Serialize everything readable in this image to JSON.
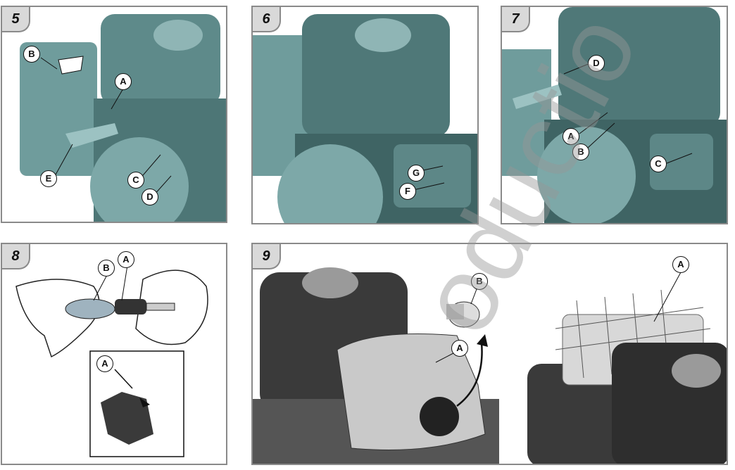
{
  "figures": [
    {
      "number": "5",
      "callouts": [
        "B",
        "A",
        "E",
        "C",
        "D"
      ]
    },
    {
      "number": "6",
      "callouts": [
        "G",
        "F"
      ]
    },
    {
      "number": "7",
      "callouts": [
        "D",
        "A",
        "B",
        "C"
      ]
    },
    {
      "number": "8",
      "callouts": [
        "B",
        "A",
        "A"
      ]
    },
    {
      "number": "9",
      "callouts": [
        "B",
        "A",
        "A"
      ]
    }
  ],
  "colors": {
    "engine_teal": "#6f9c9c",
    "engine_dark": "#3a3a3a",
    "border": "#8a8a8a"
  },
  "watermark": "oductio"
}
